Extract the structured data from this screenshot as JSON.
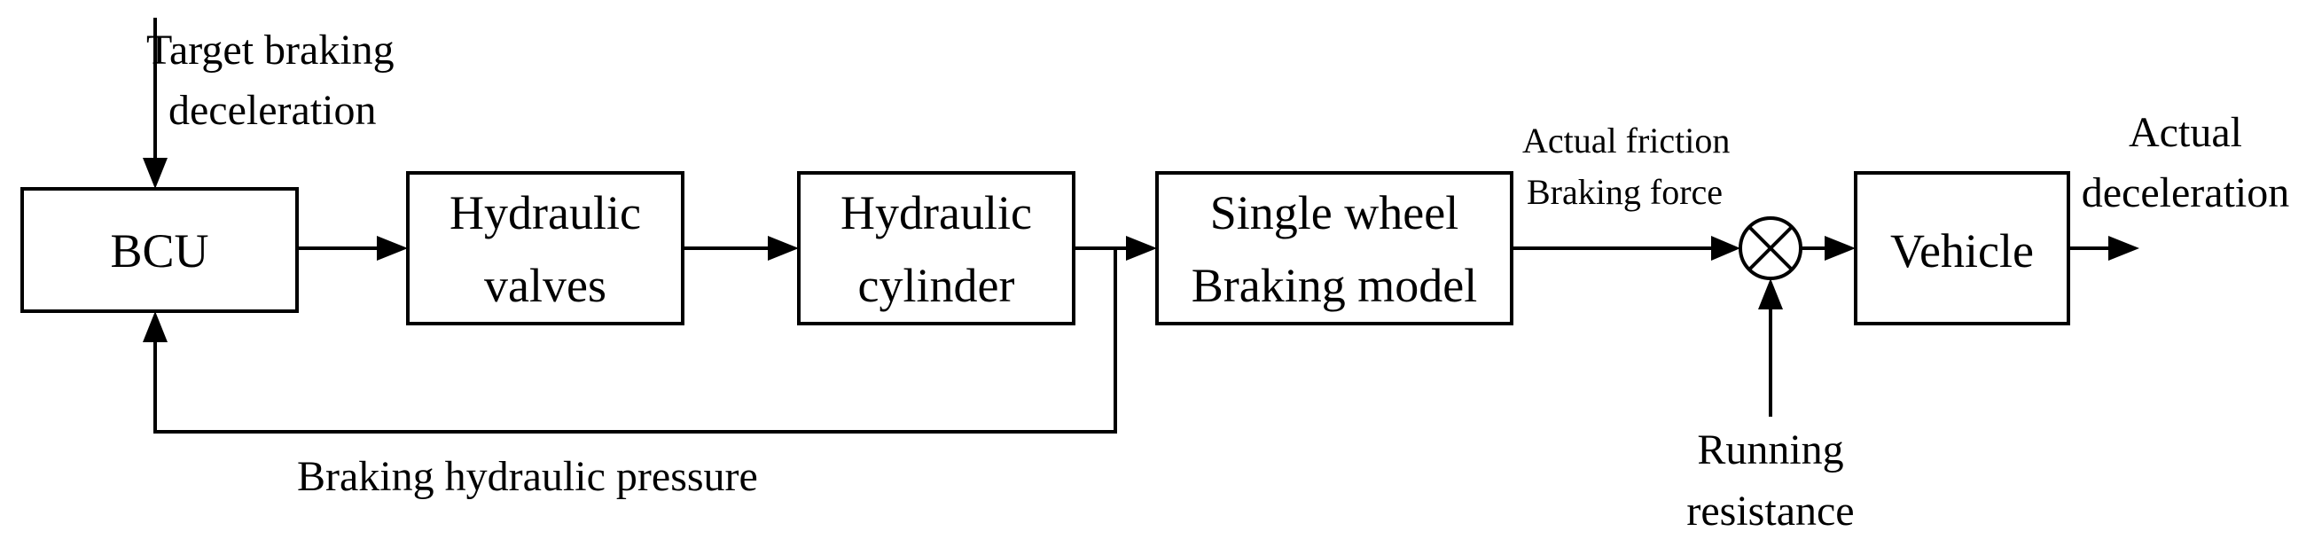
{
  "diagram": {
    "inputs": {
      "target_line1": "Target braking",
      "target_line2": "deceleration",
      "resistance_line1": "Running",
      "resistance_line2": "resistance"
    },
    "blocks": {
      "bcu": "BCU",
      "valves_line1": "Hydraulic",
      "valves_line2": "valves",
      "cylinder_line1": "Hydraulic",
      "cylinder_line2": "cylinder",
      "wheel_line1": "Single wheel",
      "wheel_line2": "Braking model",
      "vehicle": "Vehicle"
    },
    "signals": {
      "friction_line1": "Actual friction",
      "friction_line2": "Braking force",
      "output_line1": "Actual",
      "output_line2": "deceleration",
      "feedback": "Braking hydraulic pressure"
    }
  }
}
